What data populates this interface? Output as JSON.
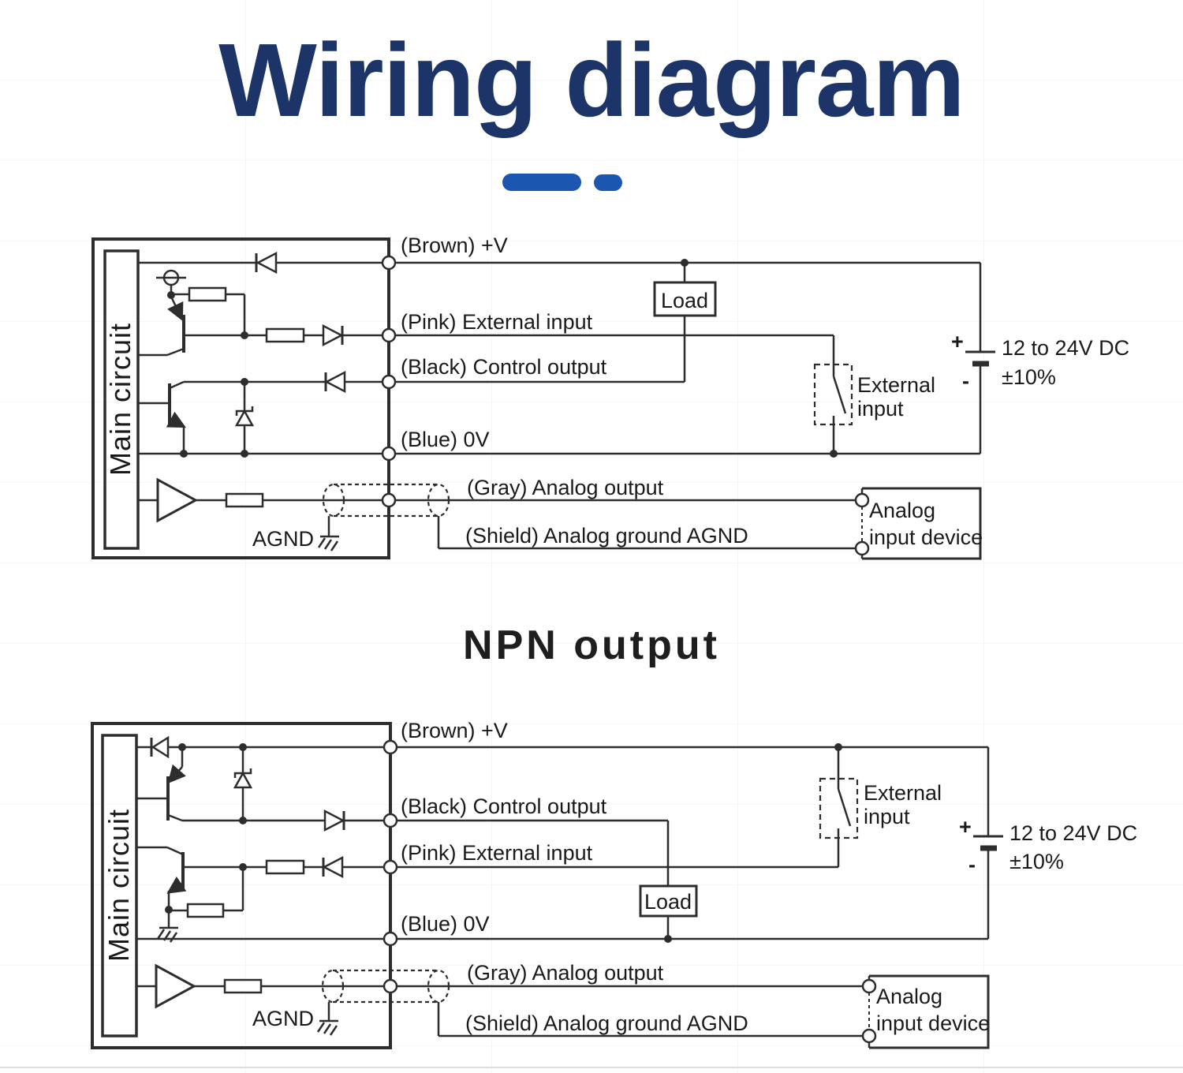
{
  "page": {
    "title": "Wiring diagram",
    "section_heading": "NPN output",
    "colors": {
      "title": "#1c3468",
      "accent": "#1b57b0",
      "line": "#2d2d2d"
    }
  },
  "diagram1": {
    "main_circuit": "Main circuit",
    "wire_brown": "(Brown) +V",
    "wire_pink": "(Pink) External input",
    "wire_black": "(Black) Control output",
    "wire_blue": "(Blue) 0V",
    "wire_gray": "(Gray) Analog output",
    "wire_shield": "(Shield) Analog ground AGND",
    "agnd": "AGND",
    "load": "Load",
    "external_switch_line1": "External",
    "external_switch_line2": "input",
    "battery_plus": "+",
    "battery_minus": "-",
    "supply_line1": "12 to 24V DC",
    "supply_line2": "±10%",
    "device_line1": "Analog",
    "device_line2": "input device"
  },
  "diagram2": {
    "main_circuit": "Main circuit",
    "wire_brown": "(Brown) +V",
    "wire_black": "(Black) Control output",
    "wire_pink": "(Pink) External input",
    "wire_blue": "(Blue) 0V",
    "wire_gray": "(Gray) Analog output",
    "wire_shield": "(Shield) Analog ground AGND",
    "agnd": "AGND",
    "load": "Load",
    "external_switch_line1": "External",
    "external_switch_line2": "input",
    "battery_plus": "+",
    "battery_minus": "-",
    "supply_line1": "12 to 24V DC",
    "supply_line2": "±10%",
    "device_line1": "Analog",
    "device_line2": "input device"
  }
}
